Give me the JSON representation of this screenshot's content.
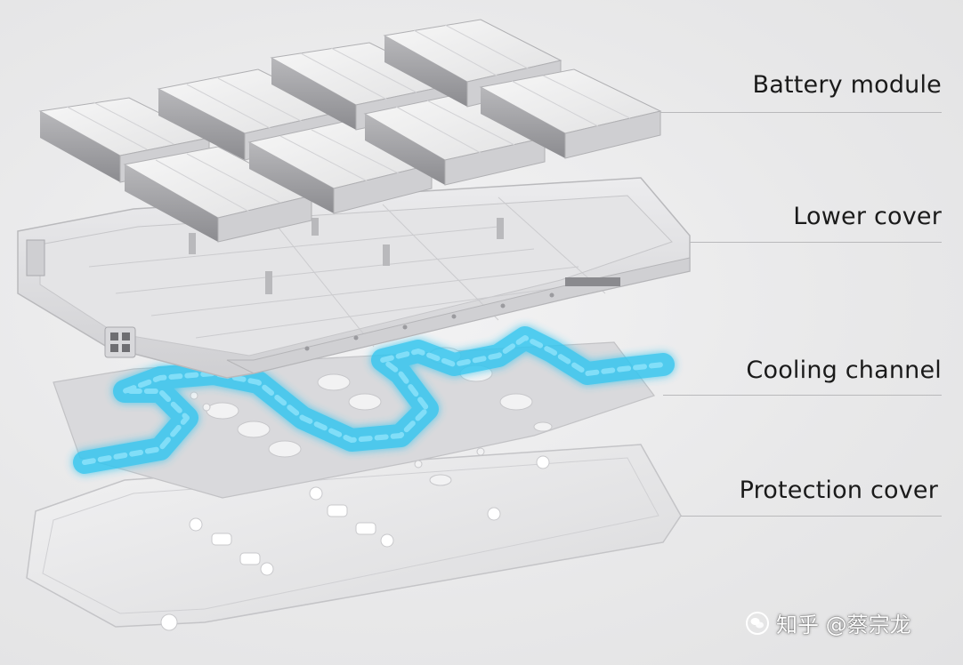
{
  "labels": {
    "battery_module": "Battery module",
    "lower_cover": "Lower cover",
    "cooling_channel": "Cooling channel",
    "protection_cover": "Protection cover"
  },
  "watermark": {
    "text": "知乎 @蔡宗龙",
    "icon": "wechat-logo-icon"
  },
  "colors": {
    "background": "#e9e9ea",
    "coolant": "#35c6ef",
    "module_face": "#f1f1f1",
    "tray_metal": "#dcdcde"
  }
}
